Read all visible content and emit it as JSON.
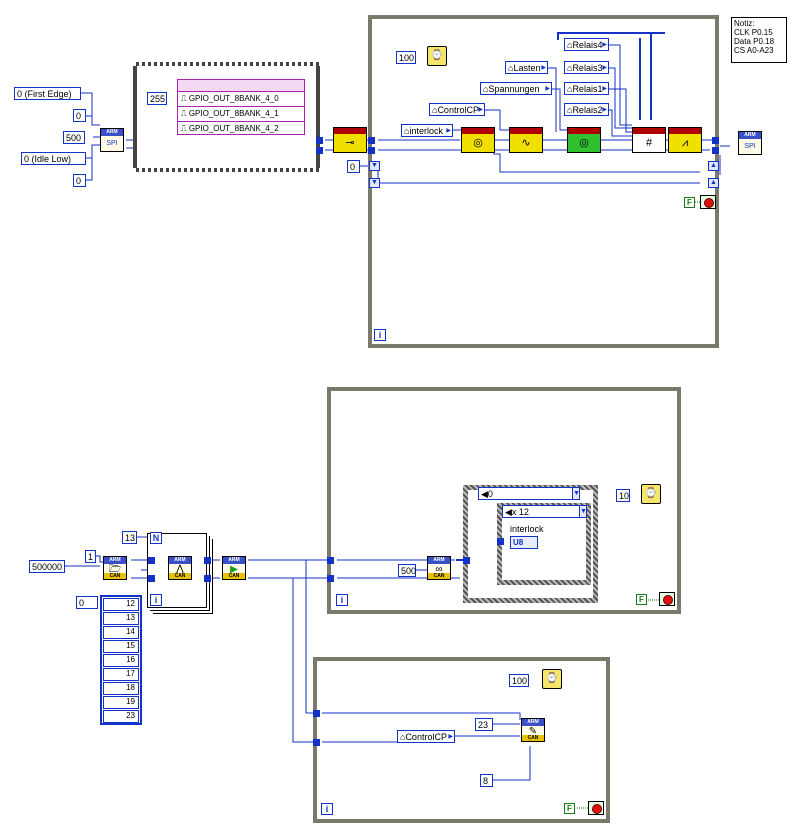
{
  "note": {
    "lines": [
      "Notiz:",
      "CLK P0.15",
      "Data P0.18",
      "CS A0-A23"
    ]
  },
  "top": {
    "constants": {
      "first_edge": "0 (First Edge)",
      "c0a": "0",
      "c500": "500",
      "idle_low": "0 (Idle Low)",
      "c0b": "0",
      "c255": "255",
      "wait_ms": "100",
      "c0_shift": "0"
    },
    "gpio_lines": [
      "GPIO_OUT_8BANK_4_0",
      "GPIO_OUT_8BANK_4_1",
      "GPIO_OUT_8BANK_4_2"
    ],
    "locals": {
      "interlock": "interlock",
      "controlcp": "ControlCP",
      "spannungen": "Spannungen",
      "lasten": "Lasten",
      "relais4": "Relais4",
      "relais3": "Relais3",
      "relais1": "Relais1",
      "relais2": "Relais2"
    },
    "spi_label": "SPI",
    "arm_label": "ARM",
    "stop_flag": "F",
    "loop_i": "i"
  },
  "middle": {
    "constants": {
      "c500000": "500000",
      "c1": "1",
      "c13": "13",
      "c500": "500",
      "wait_ms": "10"
    },
    "array_index": "0",
    "array_values": [
      "12",
      "13",
      "14",
      "15",
      "16",
      "17",
      "18",
      "19",
      "23"
    ],
    "n_label": "N",
    "case_selector": "0",
    "inner_selector": "x 12",
    "interlock_label": "interlock",
    "u8_label": "U8",
    "can_label": "CAN",
    "arm_label": "ARM",
    "stop_flag": "F",
    "loop_i": "i"
  },
  "bottom": {
    "constants": {
      "wait_ms": "100",
      "c23": "23",
      "c8": "8"
    },
    "local_controlcp": "ControlCP",
    "can_label": "CAN",
    "arm_label": "ARM",
    "stop_flag": "F",
    "loop_i": "i"
  },
  "colors": {
    "wire": "#1432c8",
    "frame": "#7a7a6c",
    "gpio": "#b020b0",
    "bool_wire": "#1a7a1a"
  }
}
